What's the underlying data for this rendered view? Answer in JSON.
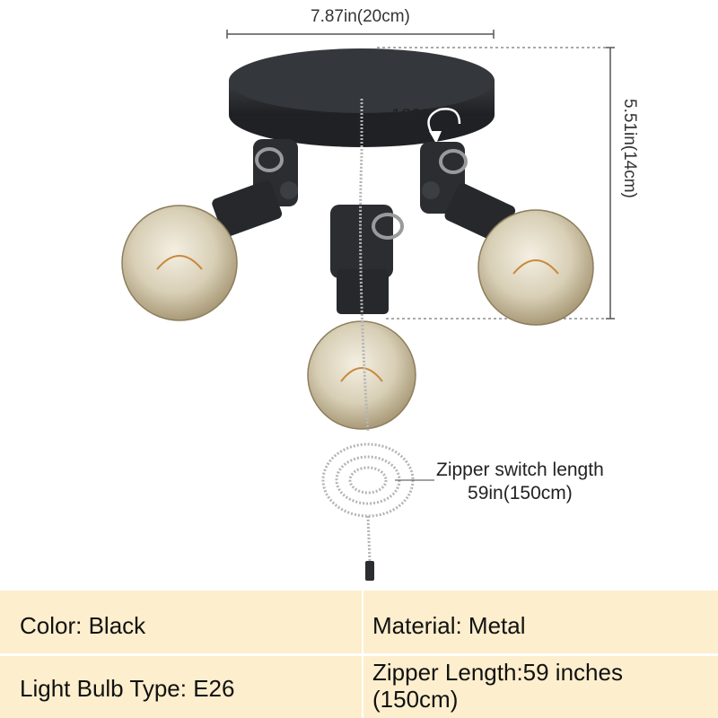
{
  "dimensions": {
    "width_label": "7.87in(20cm)",
    "height_label": "5.51in(14cm)",
    "rotation_label": "180°"
  },
  "switch_callout": {
    "line1": "Zipper switch length",
    "line2": "59in(150cm)"
  },
  "specs": {
    "color": "Color: Black",
    "material": "Material: Metal",
    "bulb_type": "Light Bulb Type: E26",
    "zipper_length": "Zipper Length:59 inches (150cm)"
  },
  "colors": {
    "fixture": "#2b2d30",
    "bulb_glass": "#d9d2bd",
    "table_bg": "#fdeecd"
  }
}
